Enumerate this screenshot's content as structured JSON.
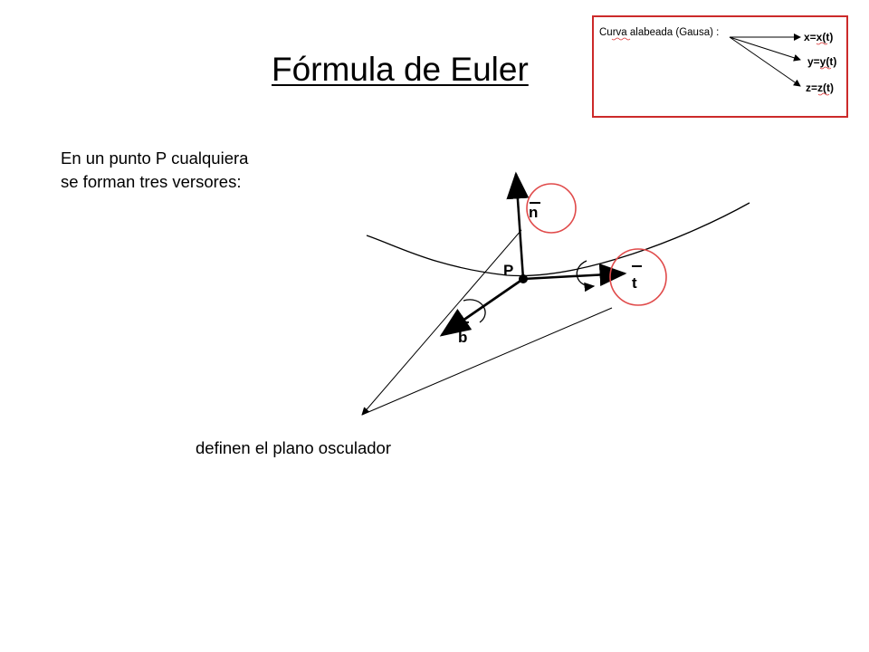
{
  "title": "Fórmula de Euler",
  "intro": {
    "line1": "En un punto P cualquiera",
    "line2": "se forman tres versores:"
  },
  "caption": "definen el plano osculador",
  "inset": {
    "label": "Curva alabeada (Gausa) :",
    "equations": [
      "x=x(t)",
      "y=y(t)",
      "z=z(t)"
    ],
    "border_color": "#cc2a2a"
  },
  "diagram": {
    "point_label": "P",
    "normal_label": "n",
    "tangent_label": "t",
    "binormal_label": "b",
    "highlight_color": "#e04a4a"
  }
}
